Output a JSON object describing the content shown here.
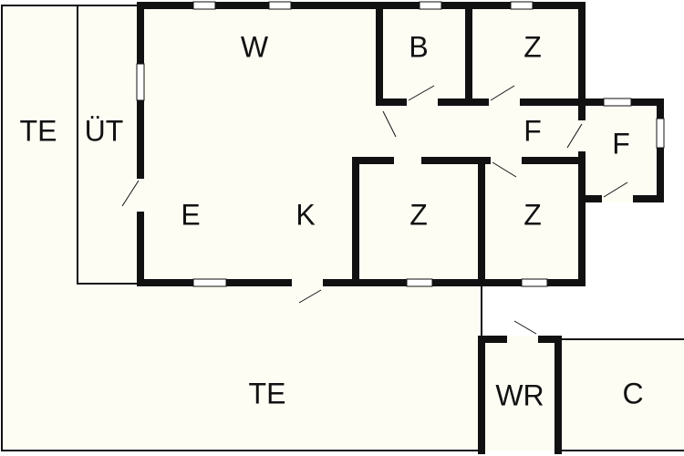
{
  "floor_plan": {
    "rooms": {
      "te_left": "TE",
      "ut": "ÜT",
      "w": "W",
      "b": "B",
      "z_top": "Z",
      "f_hall": "F",
      "f_right": "F",
      "e": "E",
      "k": "K",
      "z_mid_left": "Z",
      "z_mid_right": "Z",
      "te_bottom": "TE",
      "wr": "WR",
      "c": "C"
    },
    "colors": {
      "background": "#ffffff",
      "room_fill": "#fdfdf4",
      "wall": "#111111"
    }
  }
}
